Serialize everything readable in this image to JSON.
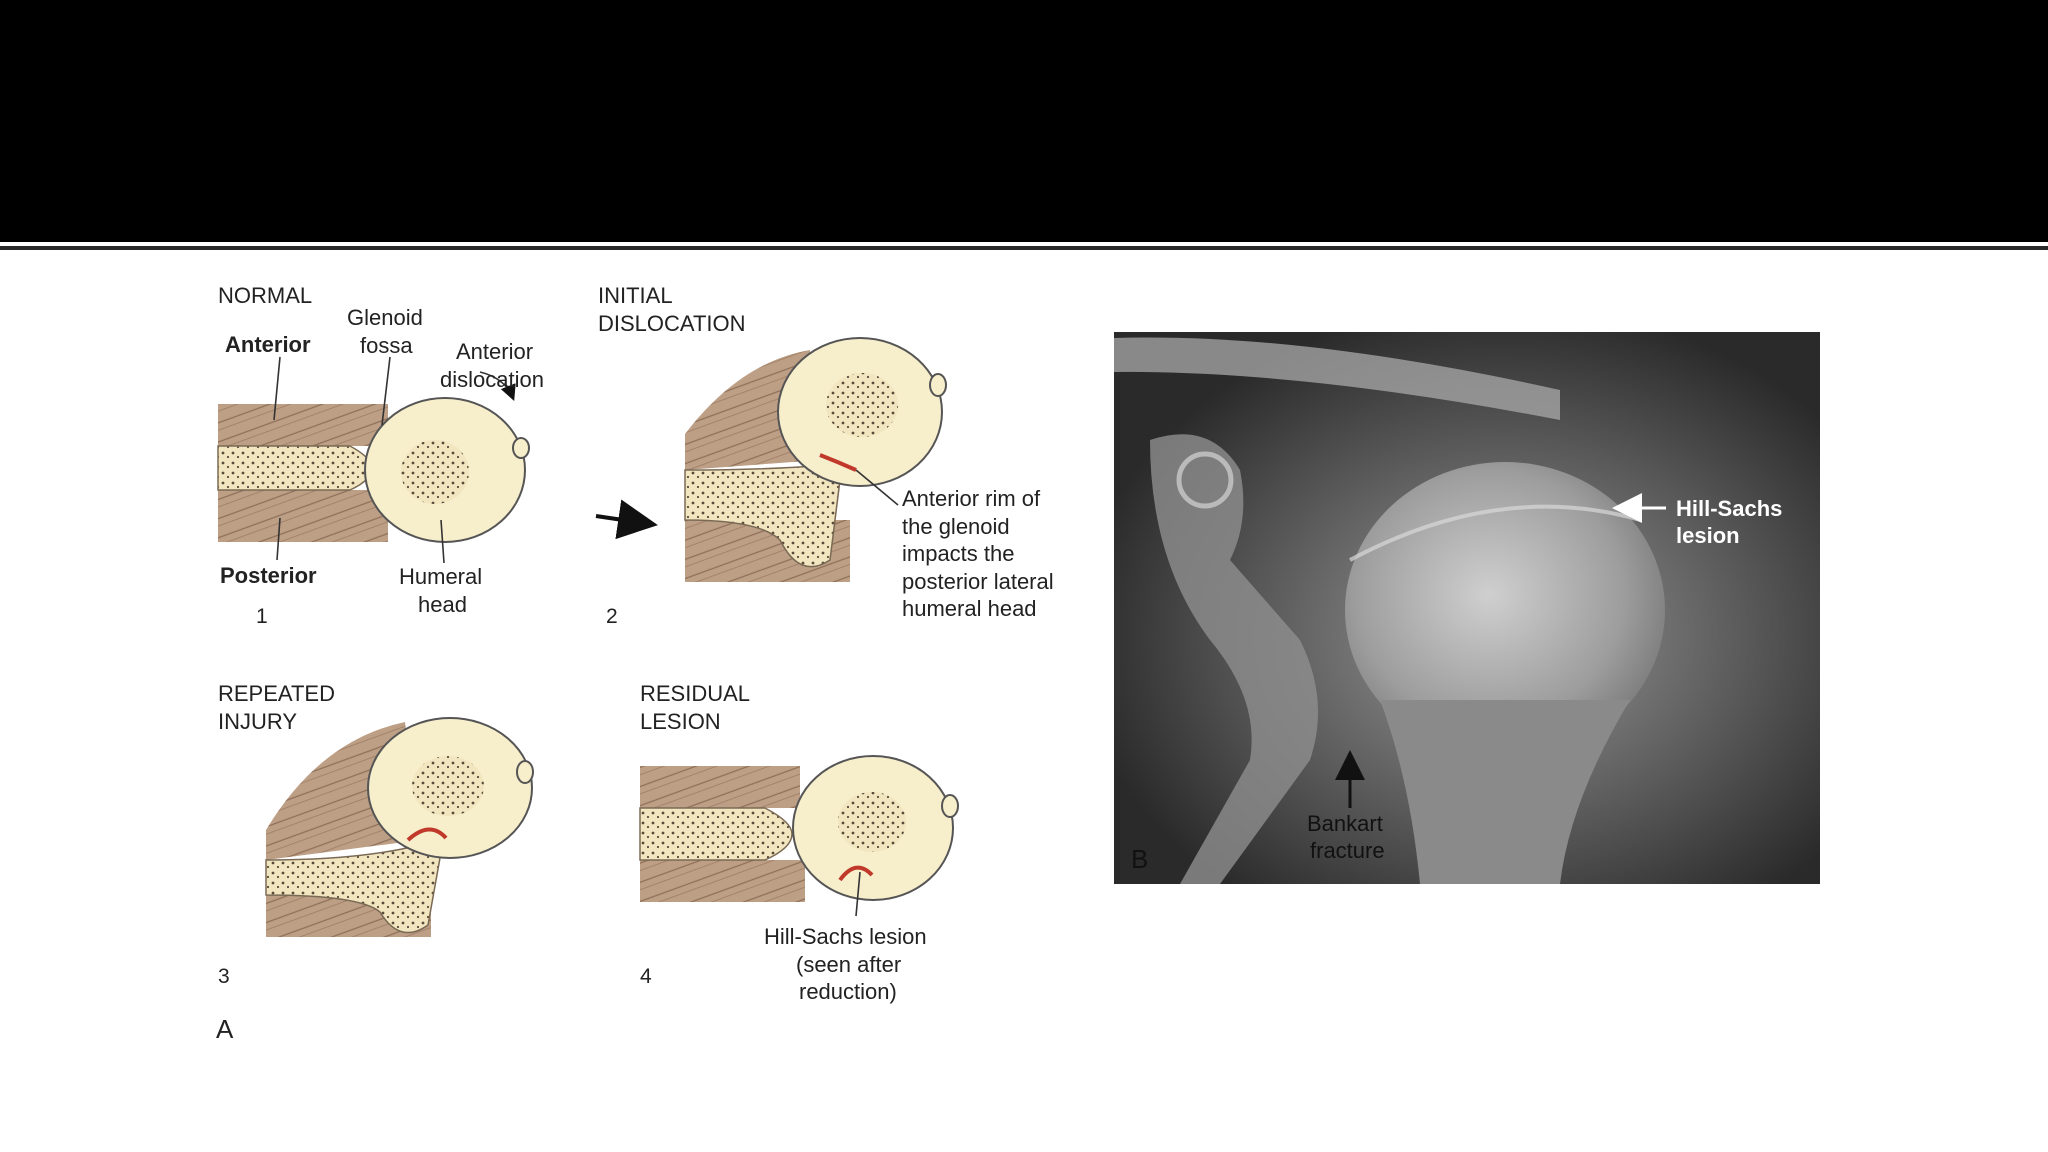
{
  "panel_a": {
    "letter": "A",
    "step1": {
      "heading": "NORMAL",
      "anterior": "Anterior",
      "posterior": "Posterior",
      "glenoid_line1": "Glenoid",
      "glenoid_line2": "fossa",
      "dislocation_line1": "Anterior",
      "dislocation_line2": "dislocation",
      "humeral_line1": "Humeral",
      "humeral_line2": "head",
      "number": "1"
    },
    "step2": {
      "heading_line1": "INITIAL",
      "heading_line2": "DISLOCATION",
      "note_line1": "Anterior rim of",
      "note_line2": "the glenoid",
      "note_line3": "impacts the",
      "note_line4": "posterior lateral",
      "note_line5": "humeral head",
      "number": "2"
    },
    "step3": {
      "heading_line1": "REPEATED",
      "heading_line2": "INJURY",
      "number": "3"
    },
    "step4": {
      "heading_line1": "RESIDUAL",
      "heading_line2": "LESION",
      "note_line1": "Hill-Sachs lesion",
      "note_line2": "(seen after",
      "note_line3": "reduction)",
      "number": "4"
    }
  },
  "panel_b": {
    "letter": "B",
    "hill_sachs_line1": "Hill-Sachs",
    "hill_sachs_line2": "lesion",
    "bankart_line1": "Bankart",
    "bankart_line2": "fracture"
  },
  "colors": {
    "muscle": "#b89a80",
    "bone": "#f7eecb",
    "lesion": "#c0392b",
    "xray_bg": "#2b2b2b"
  }
}
